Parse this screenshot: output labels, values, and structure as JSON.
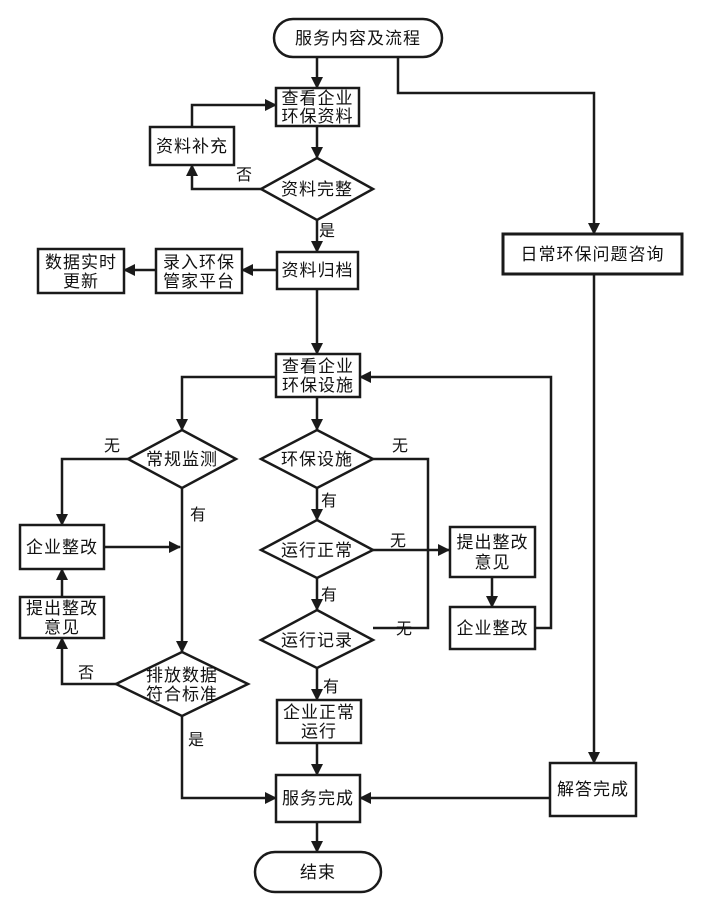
{
  "nodes": {
    "start": "服务内容及流程",
    "view_info": [
      "查看企业",
      "环保资料"
    ],
    "supplement": "资料补充",
    "info_complete": "资料完整",
    "archive": "资料归档",
    "enter_platform": [
      "录入环保",
      "管家平台"
    ],
    "realtime_update": [
      "数据实时",
      "更新"
    ],
    "daily_consult": "日常环保问题咨询",
    "view_facility": [
      "查看企业",
      "环保设施"
    ],
    "routine_monitor": "常规监测",
    "facility": "环保设施",
    "running_normal": "运行正常",
    "running_record": "运行记录",
    "propose_right": [
      "提出整改",
      "意见"
    ],
    "rectify_right": "企业整改",
    "rectify_left": "企业整改",
    "propose_left": [
      "提出整改",
      "意见"
    ],
    "emission_ok": [
      "排放数据",
      "符合标准"
    ],
    "normal_operation": [
      "企业正常",
      "运行"
    ],
    "service_done": "服务完成",
    "answer_done": "解答完成",
    "end": "结束"
  },
  "labels": {
    "no_supplement": "否",
    "yes_archive": "是",
    "none_monitor": "无",
    "has_monitor": "有",
    "none_facility": "无",
    "has_facility": "有",
    "none_running": "无",
    "has_running": "有",
    "none_record": "无",
    "has_record": "有",
    "no_emission": "否",
    "yes_emission": "是"
  }
}
